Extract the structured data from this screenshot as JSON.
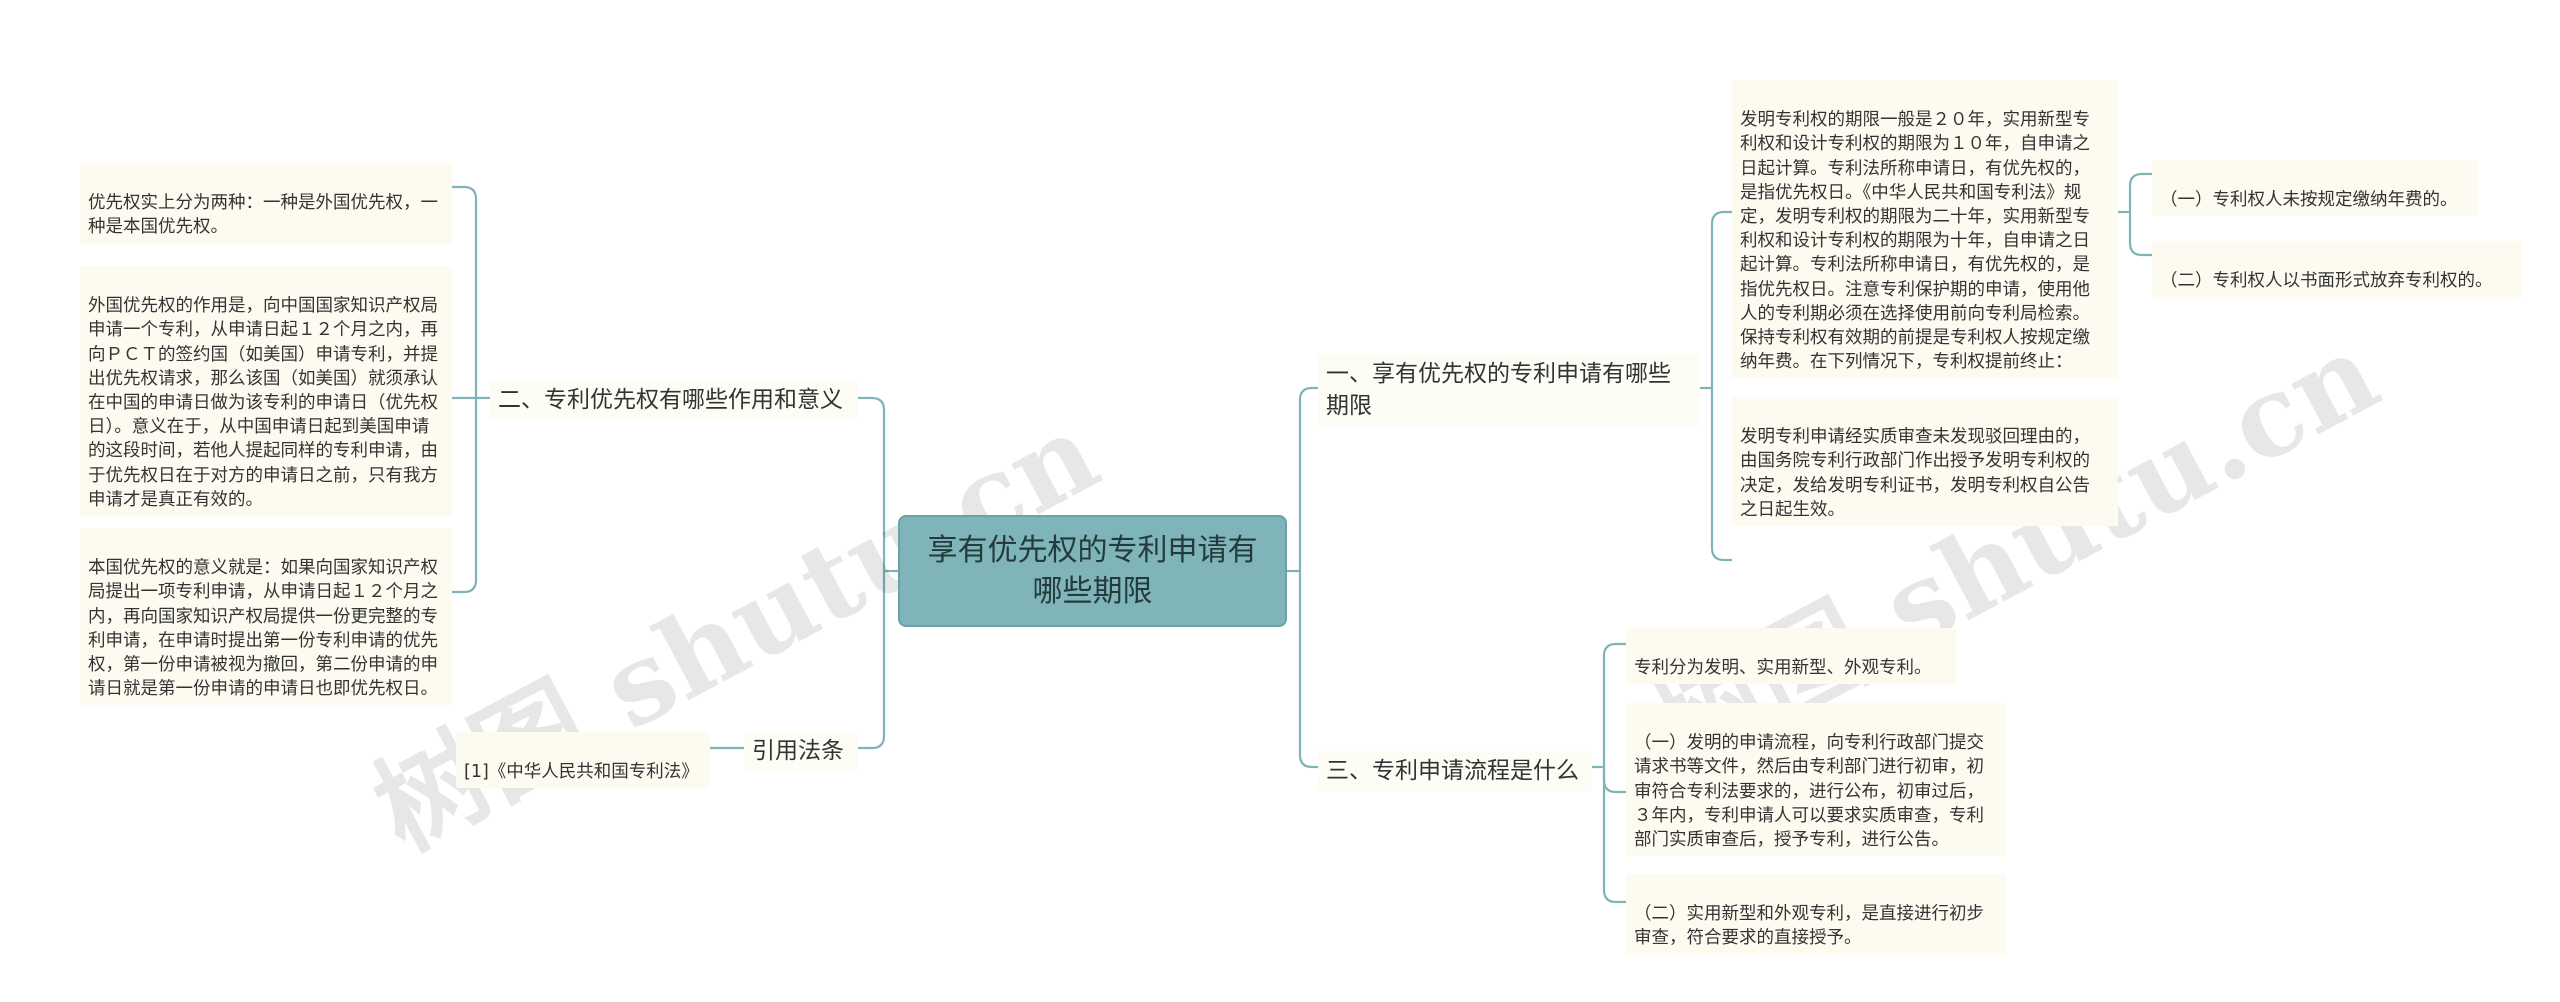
{
  "root": {
    "title": "享有优先权的专利申请有哪些期限"
  },
  "branches": {
    "b1": {
      "label": "一、享有优先权的专利申请有哪些期限"
    },
    "b2": {
      "label": "二、专利优先权有哪些作用和意义"
    },
    "b3": {
      "label": "三、专利申请流程是什么"
    },
    "b4": {
      "label": "引用法条"
    }
  },
  "leaves": {
    "b1_1": "发明专利权的期限一般是２０年，实用新型专\n利权和设计专利权的期限为１０年，自申请之\n日起计算。专利法所称申请日，有优先权的，\n是指优先权日。《中华人民共和国专利法》规\n定，发明专利权的期限为二十年，实用新型专\n利权和设计专利权的期限为十年，自申请之日\n起计算。专利法所称申请日，有优先权的，是\n指优先权日。注意专利保护期的申请，使用他\n人的专利期必须在选择使用前向专利局检索。\n保持专利权有效期的前提是专利权人按规定缴\n纳年费。在下列情况下，专利权提前终止：",
    "b1_1_1": "（一）专利权人未按规定缴纳年费的。",
    "b1_1_2": "（二）专利权人以书面形式放弃专利权的。",
    "b1_2": "发明专利申请经实质审查未发现驳回理由的，\n由国务院专利行政部门作出授予发明专利权的\n决定，发给发明专利证书，发明专利权自公告\n之日起生效。",
    "b2_1": "优先权实上分为两种：一种是外国优先权，一\n种是本国优先权。",
    "b2_2": "外国优先权的作用是，向中国国家知识产权局\n申请一个专利，从申请日起１２个月之内，再\n向ＰＣＴ的签约国（如美国）申请专利，并提\n出优先权请求，那么该国（如美国）就须承认\n在中国的申请日做为该专利的申请日（优先权\n日）。意义在于，从中国申请日起到美国申请\n的这段时间，若他人提起同样的专利申请，由\n于优先权日在于对方的申请日之前，只有我方\n申请才是真正有效的。",
    "b2_3": "本国优先权的意义就是：如果向国家知识产权\n局提出一项专利申请，从申请日起１２个月之\n内，再向国家知识产权局提供一份更完整的专\n利申请，在申请时提出第一份专利申请的优先\n权，第一份申请被视为撤回，第二份申请的申\n请日就是第一份申请的申请日也即优先权日。",
    "b3_1": "专利分为发明、实用新型、外观专利。",
    "b3_2": "（一）发明的申请流程，向专利行政部门提交\n请求书等文件，然后由专利部门进行初审，初\n审符合专利法要求的，进行公布，初审过后，\n３年内，专利申请人可以要求实质审查，专利\n部门实质审查后，授予专利，进行公告。",
    "b3_3": "（二）实用新型和外观专利，是直接进行初步\n审查，符合要求的直接授予。",
    "b4_1": "[1]《中华人民共和国专利法》"
  },
  "watermarks": [
    "树图 shutu.cn",
    "树图 shutu.cn"
  ],
  "colors": {
    "root_fill": "#7fb5b8",
    "link": "#7fb3b8",
    "leaf_fill": "#fdfbf0",
    "text": "#333333"
  }
}
